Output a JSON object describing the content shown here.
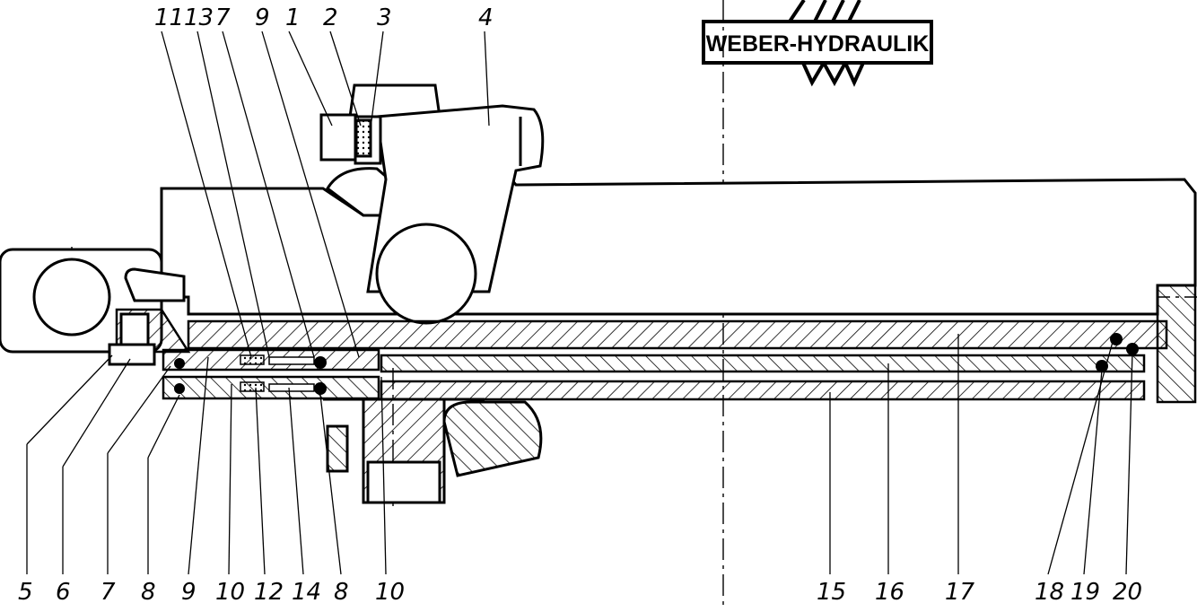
{
  "logo": {
    "text": "WEBER-HYDRAULIK"
  },
  "callouts_top": [
    "11",
    "13",
    "7",
    "9",
    "1",
    "2",
    "3",
    "4"
  ],
  "callouts_bottom": [
    "5",
    "6",
    "7",
    "8",
    "9",
    "10",
    "12",
    "14",
    "8",
    "10",
    "15",
    "16",
    "17",
    "18",
    "19",
    "20"
  ]
}
